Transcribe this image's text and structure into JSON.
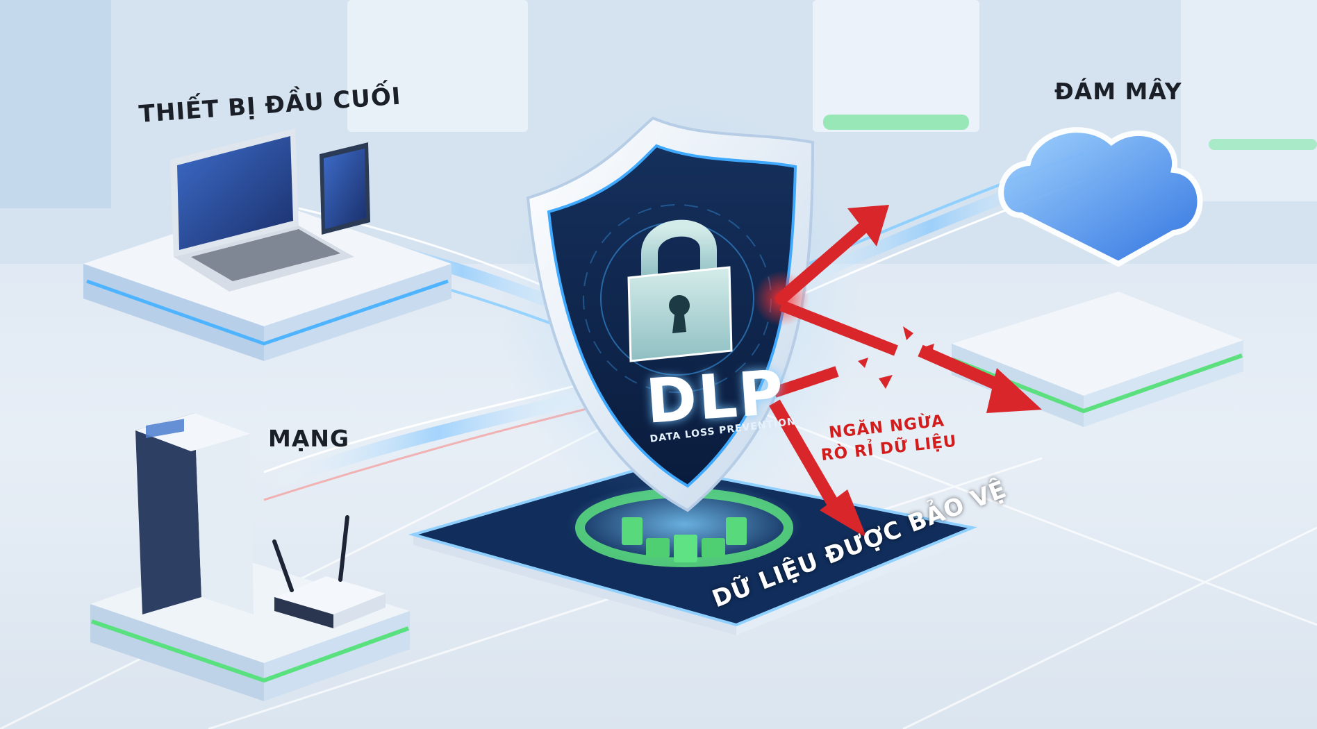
{
  "labels": {
    "endpoint": "THIẾT BỊ ĐẦU CUỐI",
    "cloud": "ĐÁM MÂY",
    "network": "MẠNG",
    "warning_line1": "NGĂN NGỪA",
    "warning_line2": "RÒ RỈ DỮ LIỆU",
    "protected": "DỮ LIỆU ĐƯỢC BẢO VỆ"
  },
  "shield": {
    "title": "DLP",
    "subtitle": "DATA LOSS PREVENTION"
  },
  "colors": {
    "shield_frame": "#e8f1fb",
    "shield_inner": "#0f2a55",
    "accent_blue": "#3fa9ff",
    "accent_green": "#4fe07a",
    "leak_red": "#e0262b",
    "platform_dark": "#102d5b"
  },
  "icons": [
    "laptop-icon",
    "tablet-icon",
    "server-icon",
    "router-icon",
    "cloud-icon",
    "padlock-icon",
    "file-icon",
    "folder-icon"
  ]
}
